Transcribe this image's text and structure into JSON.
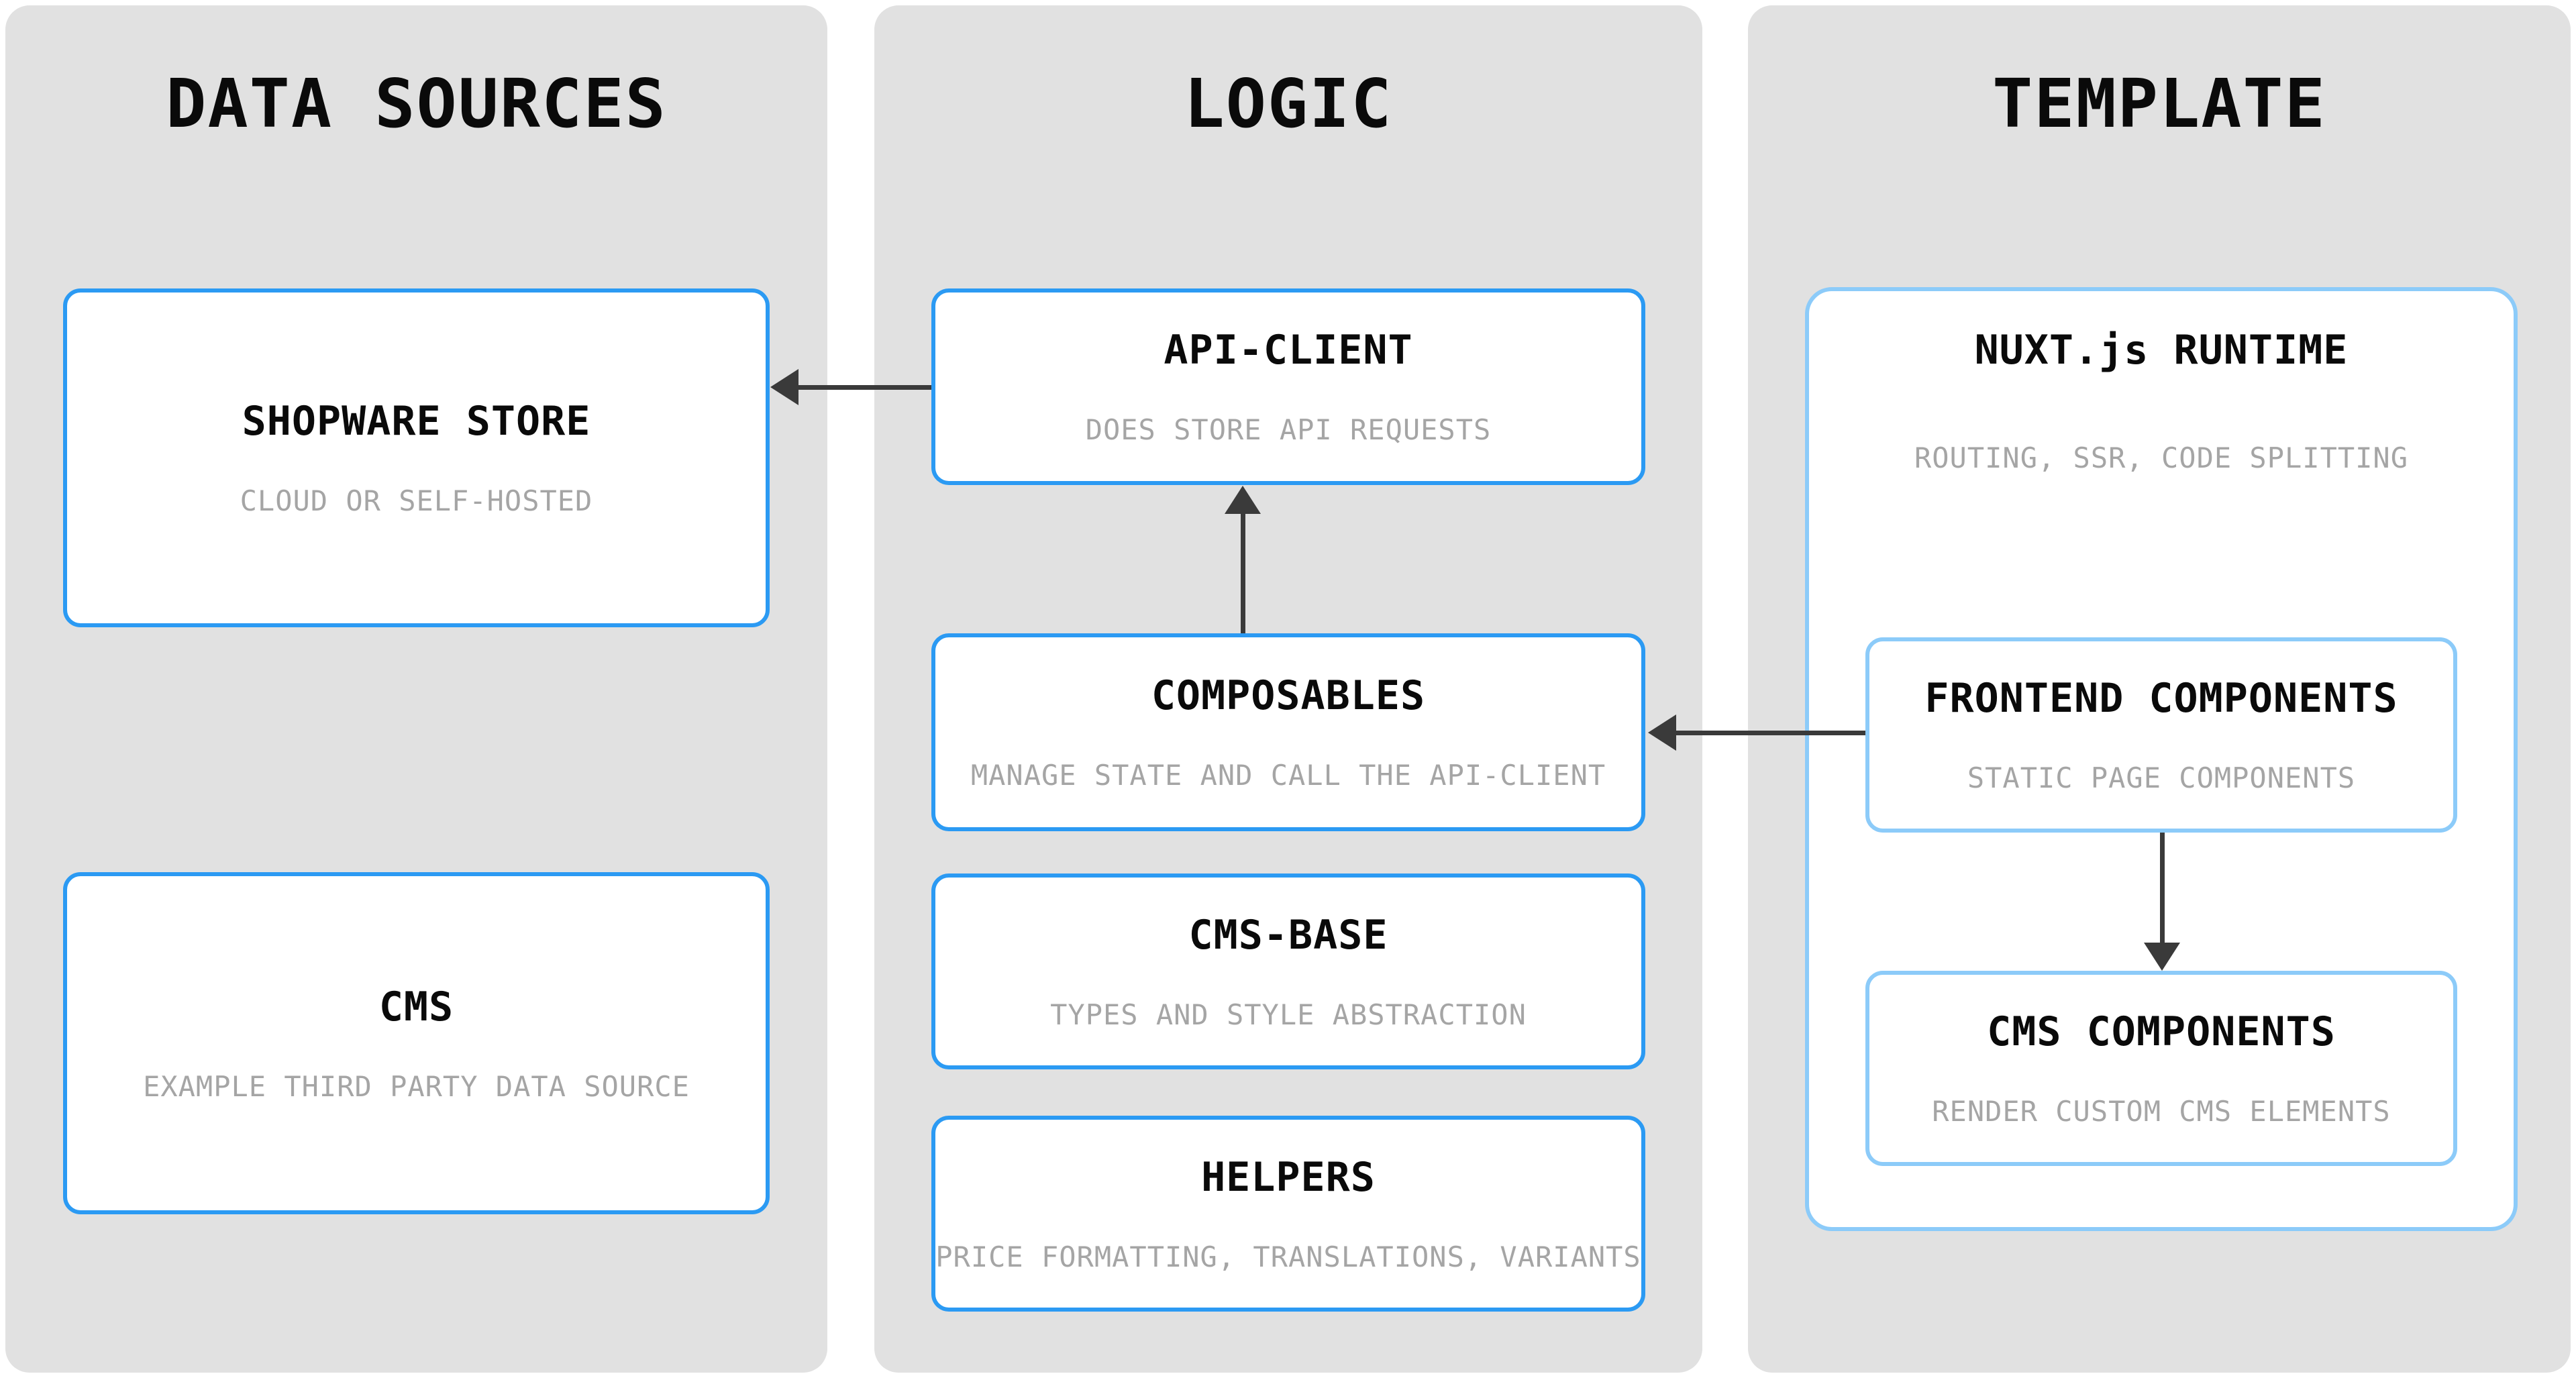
{
  "diagram": {
    "colors": {
      "page_background": "#ffffff",
      "column_background": "#e1e1e1",
      "box_border_strong": "#2b9af3",
      "box_border_light": "#8ccbf9",
      "title_text": "#0a0a0a",
      "subtitle_text": "#a5a5a5",
      "arrow": "#3a3a3a"
    },
    "columns": [
      {
        "title": "DATA SOURCES",
        "boxes": [
          {
            "title": "SHOPWARE STORE",
            "subtitle": "CLOUD OR SELF-HOSTED"
          },
          {
            "title": "CMS",
            "subtitle": "EXAMPLE THIRD PARTY DATA SOURCE"
          }
        ]
      },
      {
        "title": "LOGIC",
        "boxes": [
          {
            "title": "API-CLIENT",
            "subtitle": "DOES STORE API REQUESTS"
          },
          {
            "title": "COMPOSABLES",
            "subtitle": "MANAGE STATE AND CALL THE API-CLIENT"
          },
          {
            "title": "CMS-BASE",
            "subtitle": "TYPES AND STYLE ABSTRACTION"
          },
          {
            "title": "HELPERS",
            "subtitle": "PRICE FORMATTING, TRANSLATIONS, VARIANTS"
          }
        ]
      },
      {
        "title": "TEMPLATE",
        "boxes": [
          {
            "title": "NUXT.js RUNTIME",
            "subtitle": "ROUTING, SSR, CODE SPLITTING"
          },
          {
            "title": "FRONTEND COMPONENTS",
            "subtitle": "STATIC PAGE COMPONENTS"
          },
          {
            "title": "CMS COMPONENTS",
            "subtitle": "RENDER CUSTOM CMS ELEMENTS"
          }
        ]
      }
    ],
    "arrows": [
      {
        "from": "API-CLIENT",
        "to": "SHOPWARE STORE",
        "direction": "left"
      },
      {
        "from": "COMPOSABLES",
        "to": "API-CLIENT",
        "direction": "up"
      },
      {
        "from": "FRONTEND COMPONENTS",
        "to": "COMPOSABLES",
        "direction": "left"
      },
      {
        "from": "FRONTEND COMPONENTS",
        "to": "CMS COMPONENTS",
        "direction": "down"
      }
    ]
  }
}
